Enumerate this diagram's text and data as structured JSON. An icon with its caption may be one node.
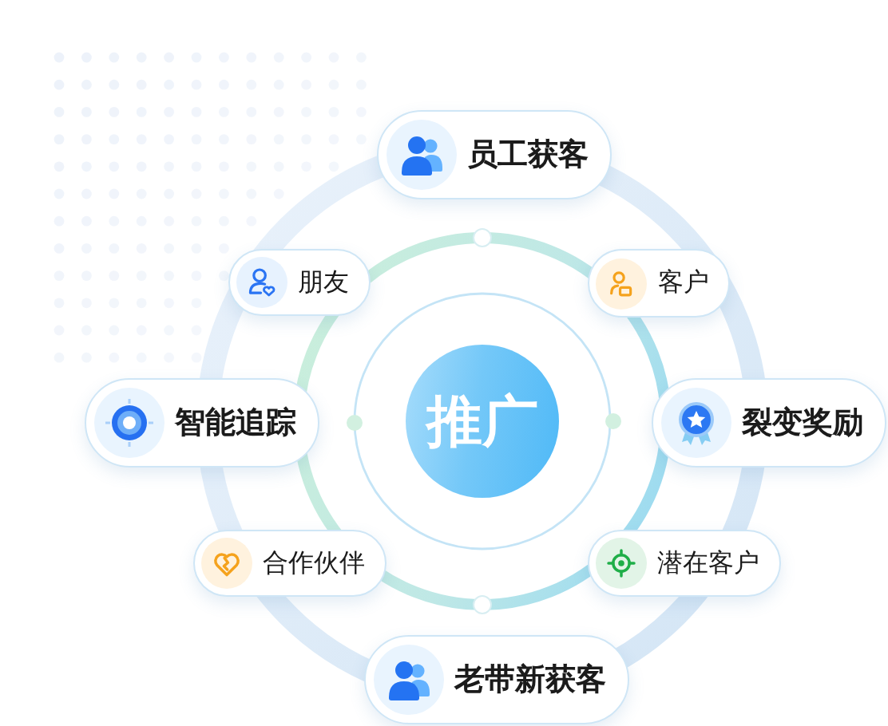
{
  "diagram": {
    "nodes": [
      {
        "text": [
          "员工获客"
        ]
      },
      {
        "text": [
          "朋友"
        ]
      },
      {
        "text": [
          "客户"
        ]
      },
      {
        "text": [
          "智能追踪"
        ]
      },
      {
        "text": [
          "推广"
        ]
      },
      {
        "text": [
          "裂变奖励"
        ]
      },
      {
        "text": [
          "合作伙伴"
        ]
      },
      {
        "text": [
          "潜在客户"
        ]
      },
      {
        "text": [
          "老带新获客"
        ]
      }
    ]
  }
}
